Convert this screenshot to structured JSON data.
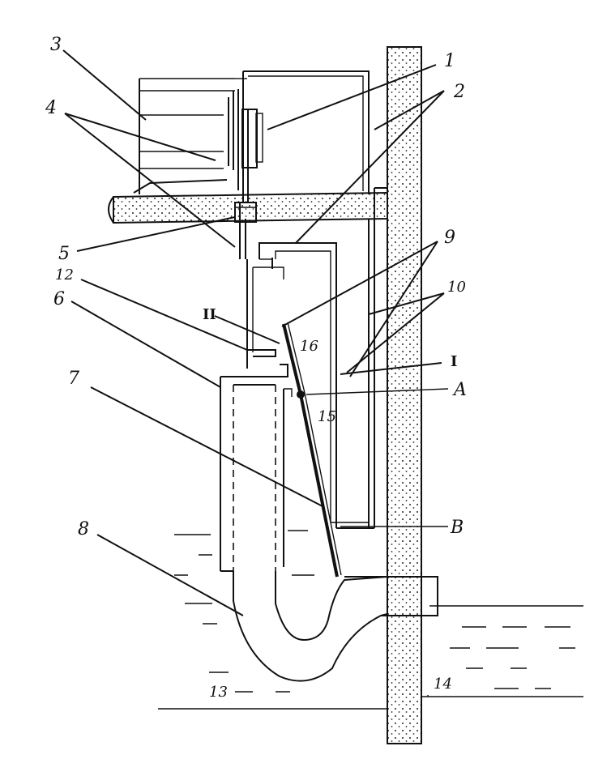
{
  "labels": {
    "l1": "1",
    "l2": "2",
    "l3": "3",
    "l4": "4",
    "l5": "5",
    "l6": "6",
    "l7": "7",
    "l8": "8",
    "l9": "9",
    "l10": "10",
    "l12": "12",
    "l13": "13",
    "l14": "14",
    "l15": "15",
    "l16": "16",
    "lA": "A",
    "lB": "B",
    "lI": "I",
    "lII": "II"
  }
}
